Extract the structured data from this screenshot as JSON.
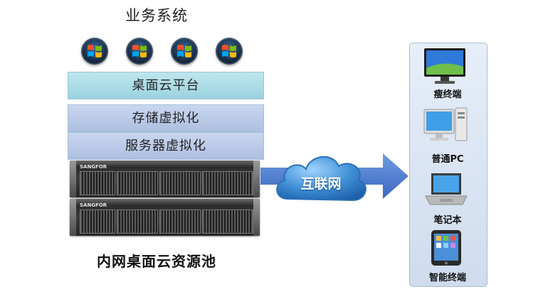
{
  "business": {
    "title": "业务系统",
    "logo_icon": "windows-logo-icon",
    "logo_count": 4
  },
  "layers": {
    "desktop_cloud": "桌面云平台",
    "storage_virt": "存储虚拟化",
    "server_virt": "服务器虚拟化"
  },
  "servers": {
    "brand": "SANGFOR",
    "count": 2
  },
  "pool": {
    "title": "内网桌面云资源池"
  },
  "network": {
    "label": "互联网"
  },
  "devices": [
    {
      "label": "瘦终端",
      "icon": "thin-client-icon"
    },
    {
      "label": "普通PC",
      "icon": "desktop-pc-icon"
    },
    {
      "label": "笔记本",
      "icon": "laptop-icon"
    },
    {
      "label": "智能终端",
      "icon": "tablet-icon"
    }
  ],
  "colors": {
    "cloud_layer": "#a9dbe6",
    "virt_layer": "#b9c8e8",
    "arrow": "#4472c4",
    "panel": "#dbe5f3",
    "cloud": "#3f8fd6"
  }
}
